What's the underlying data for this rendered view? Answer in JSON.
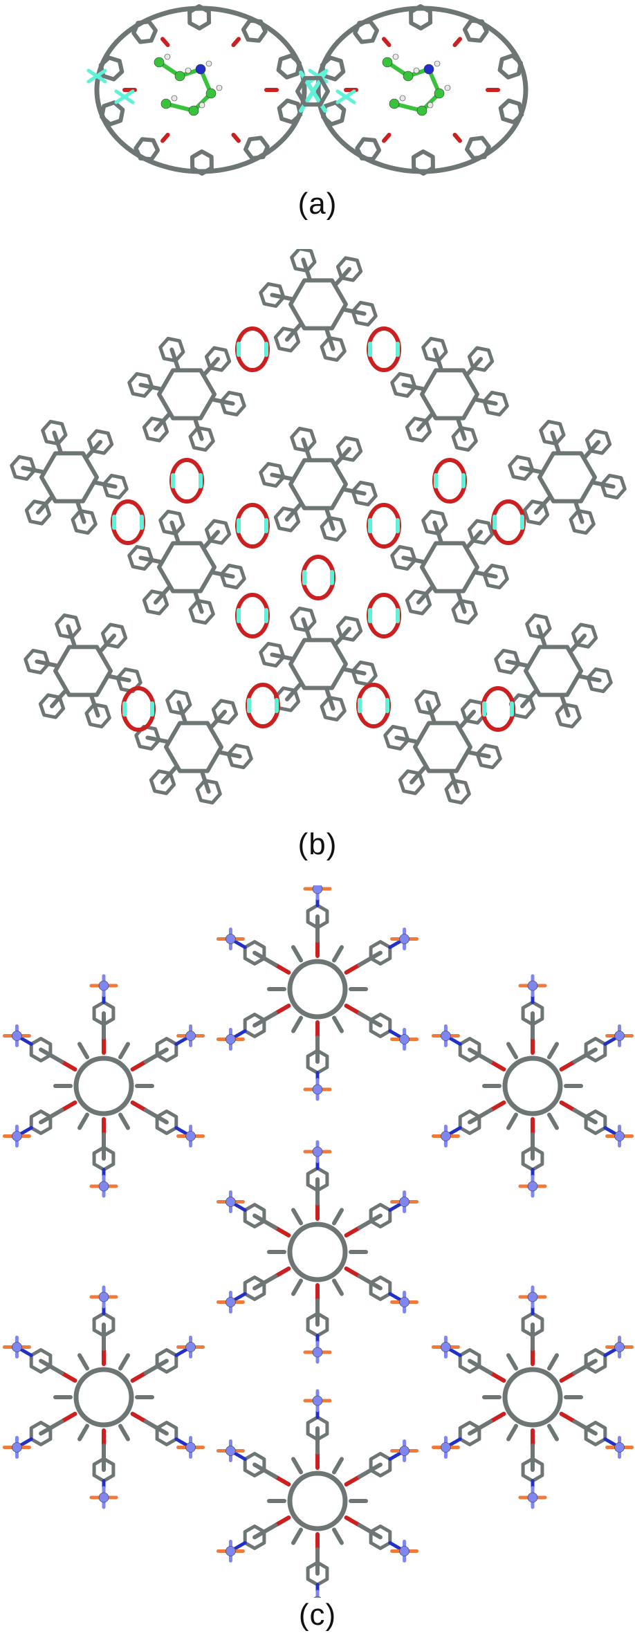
{
  "figure": {
    "panels": [
      {
        "id": "a",
        "label": "(a)"
      },
      {
        "id": "b",
        "label": "(b)"
      },
      {
        "id": "c",
        "label": "(c)"
      }
    ]
  },
  "colors": {
    "carbon": "#6e7575",
    "oxygen": "#cc1f1f",
    "cyan_atom": "#5ff2d8",
    "green_atom": "#39c23b",
    "nitrogen": "#2230c8",
    "hydrogen": "#e8e8e8",
    "blue_node": "#7f86f0",
    "orange_bond": "#f07a3a"
  }
}
